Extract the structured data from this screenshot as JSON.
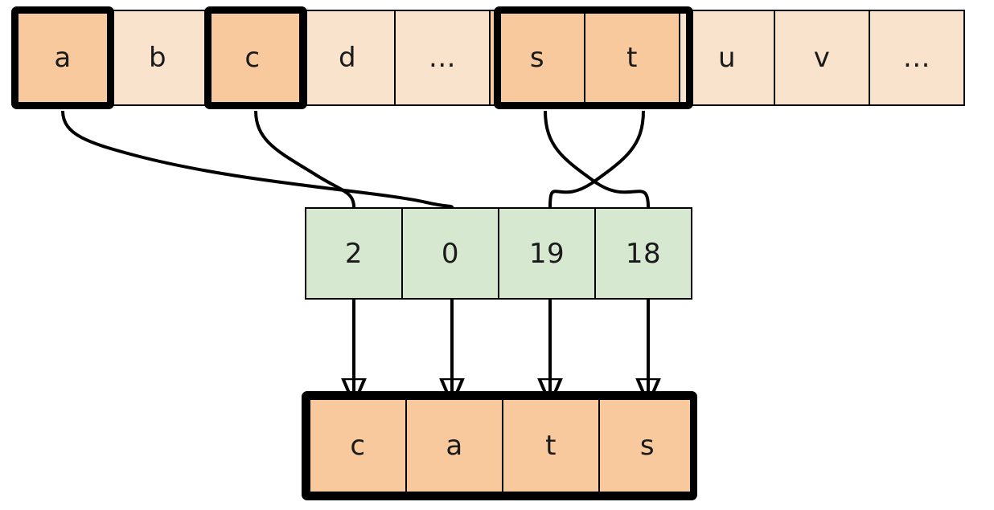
{
  "diagram": {
    "title": "alphabet-index-lookup",
    "colors": {
      "cell_fill": "#fae3cd",
      "cell_fill_selected": "#f7c99c",
      "index_fill": "#d7e8d1",
      "output_fill": "#f7c99c",
      "stroke": "#000000",
      "background": "#ffffff"
    }
  },
  "alphabet_row": {
    "name": "alphabet-strip",
    "cells": [
      {
        "label": "a",
        "selected": true
      },
      {
        "label": "b",
        "selected": false
      },
      {
        "label": "c",
        "selected": true
      },
      {
        "label": "d",
        "selected": false
      },
      {
        "label": "...",
        "selected": false
      },
      {
        "label": "s",
        "selected": true
      },
      {
        "label": "t",
        "selected": true
      },
      {
        "label": "u",
        "selected": false
      },
      {
        "label": "v",
        "selected": false
      },
      {
        "label": "...",
        "selected": false
      }
    ]
  },
  "index_row": {
    "name": "index-strip",
    "cells": [
      {
        "label": "2"
      },
      {
        "label": "0"
      },
      {
        "label": "19"
      },
      {
        "label": "18"
      }
    ]
  },
  "output_row": {
    "name": "output-strip",
    "cells": [
      {
        "label": "c"
      },
      {
        "label": "a"
      },
      {
        "label": "t"
      },
      {
        "label": "s"
      }
    ]
  },
  "mappings": {
    "letter_to_index": [
      {
        "from": "a",
        "to": "0"
      },
      {
        "from": "c",
        "to": "2"
      },
      {
        "from": "s",
        "to": "18"
      },
      {
        "from": "t",
        "to": "19"
      }
    ],
    "index_to_output": [
      {
        "from": "2",
        "to": "c"
      },
      {
        "from": "0",
        "to": "a"
      },
      {
        "from": "19",
        "to": "t"
      },
      {
        "from": "18",
        "to": "s"
      }
    ]
  }
}
